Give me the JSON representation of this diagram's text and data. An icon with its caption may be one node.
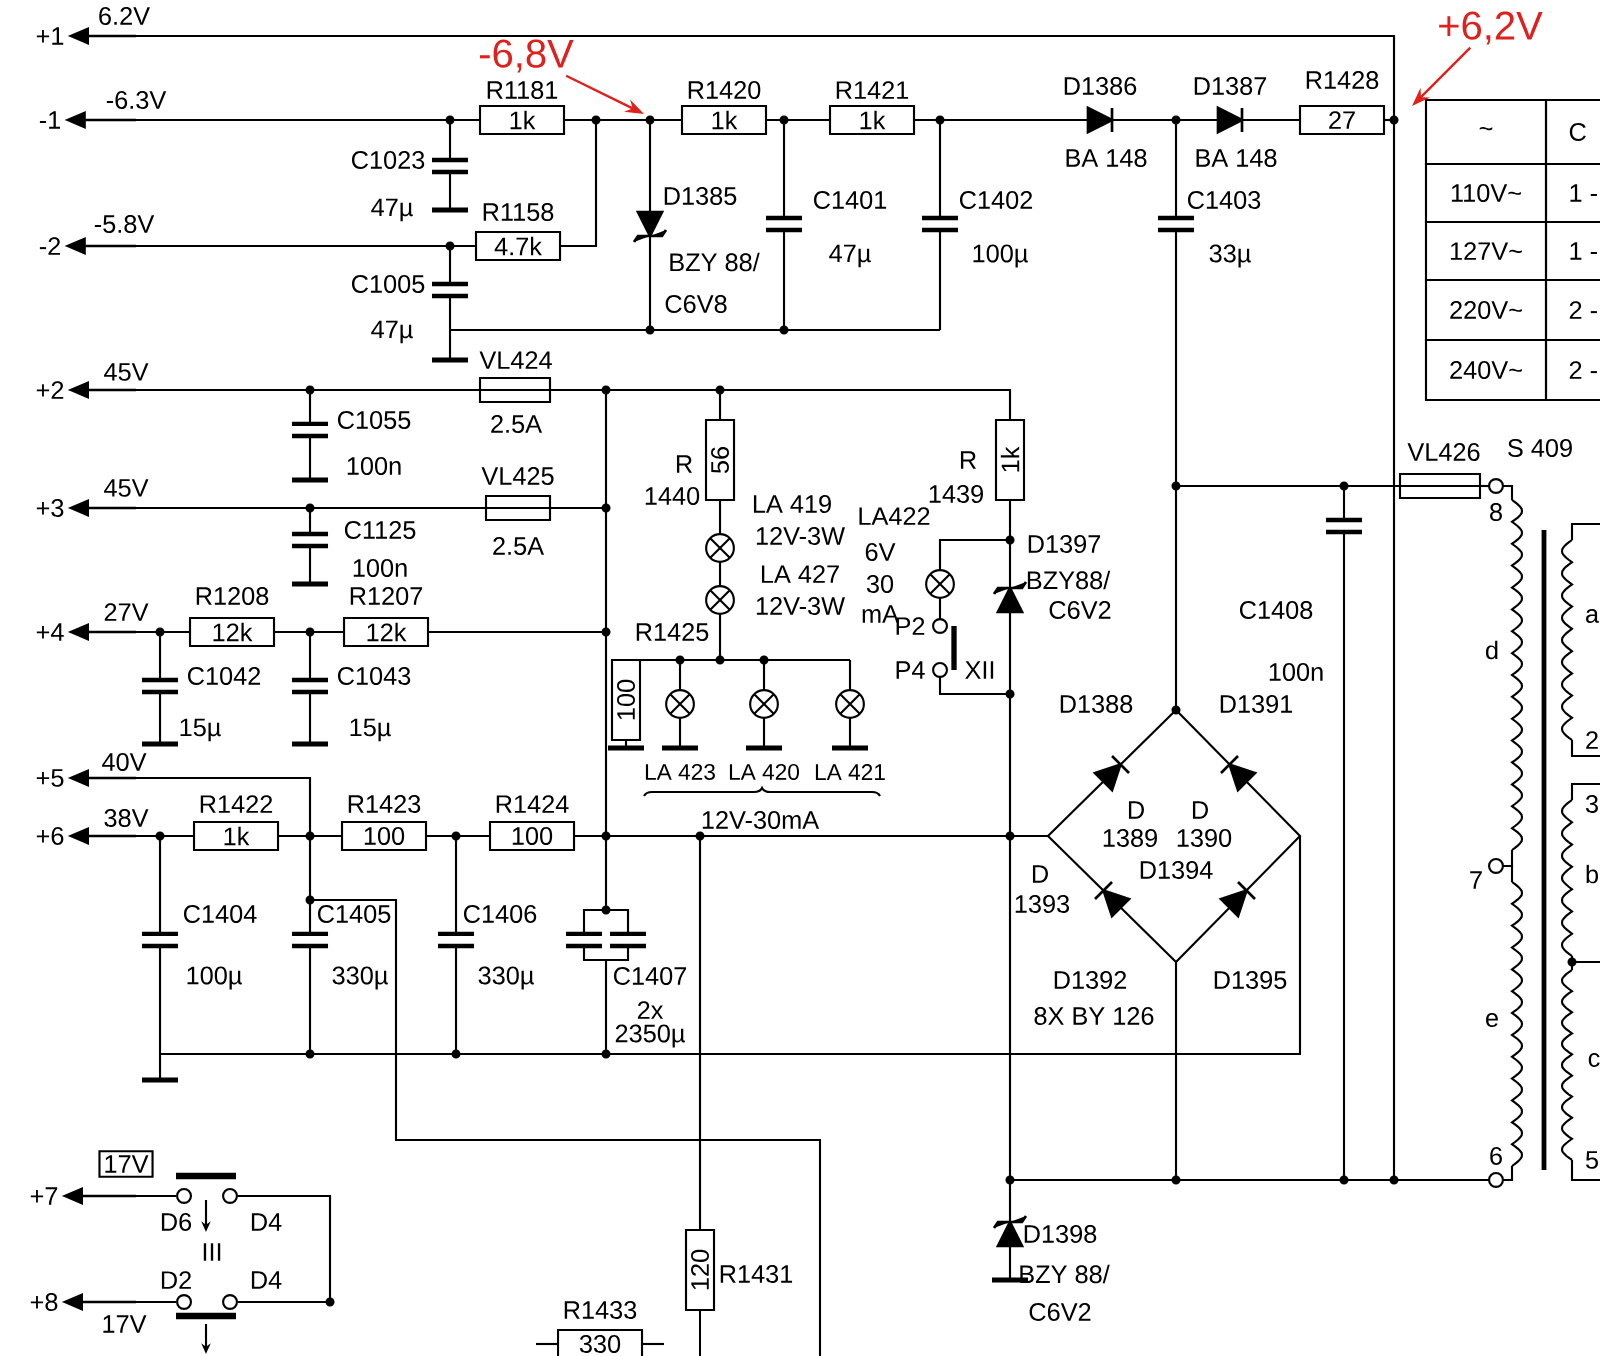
{
  "diagram": {
    "nodes": [
      {
        "text": [
          "+1"
        ]
      },
      {
        "text": [
          "-6,8V"
        ]
      },
      {
        "text": [
          "+6,2V"
        ]
      },
      {
        "text": [
          "-1"
        ]
      },
      {
        "text": [
          "-2"
        ]
      },
      {
        "text": [
          "+2"
        ]
      },
      {
        "text": [
          "+3"
        ]
      },
      {
        "text": [
          "+4"
        ]
      },
      {
        "text": [
          "+5"
        ]
      },
      {
        "text": [
          "+6"
        ]
      },
      {
        "text": [
          "+7"
        ]
      },
      {
        "text": [
          "+8"
        ]
      }
    ],
    "edges": [
      {
        "from": null,
        "to": 0,
        "arrow": "to",
        "label": "6.2V"
      },
      {
        "from": 1,
        "to": null,
        "arrow": "to",
        "color": "#e0201c"
      },
      {
        "from": 2,
        "to": null,
        "arrow": "to",
        "color": "#e0201c"
      },
      {
        "from": null,
        "to": 3,
        "arrow": "to",
        "label": "-6.3V"
      },
      {
        "from": null,
        "to": 4,
        "arrow": "to",
        "label": "-5.8V"
      },
      {
        "from": null,
        "to": 5,
        "arrow": "to",
        "label": "45V"
      },
      {
        "from": null,
        "to": 6,
        "arrow": "to",
        "label": "45V"
      },
      {
        "from": null,
        "to": 7,
        "arrow": "to",
        "label": "27V"
      },
      {
        "from": null,
        "to": 8,
        "arrow": "to",
        "label": "40V"
      },
      {
        "from": null,
        "to": 9,
        "arrow": "to",
        "label": "38V"
      },
      {
        "from": null,
        "to": 10,
        "arrow": "to"
      },
      {
        "from": null,
        "to": 11,
        "arrow": "to",
        "label": "17V"
      }
    ],
    "labels": [
      "R1181",
      "R1420",
      "R1421",
      "D1386",
      "D1387",
      "R1428",
      "1k",
      "1k",
      "1k",
      "27",
      "C1023",
      "BA 148",
      "BA 148",
      "47µ",
      "R1158",
      "D1385",
      "C1401",
      "C1402",
      "C1403",
      "4.7k",
      "BZY 88/",
      "47µ",
      "100µ",
      "33µ",
      "C1005",
      "C6V8",
      "47µ",
      "VL424",
      "C1055",
      "2.5A",
      "100n",
      "VL425",
      "R",
      "56",
      "R",
      "1k",
      "VL426",
      "S 409",
      "1440",
      "LA 419",
      "LA422",
      "1439",
      "8",
      "C1125",
      "2.5A",
      "12V-3W",
      "6V",
      "D1397",
      "R1208",
      "100n",
      "R1207",
      "LA 427",
      "30",
      "BZY88/",
      "12k",
      "12k",
      "R1425",
      "12V-3W",
      "mA",
      "P2",
      "C6V2",
      "C1408",
      "a",
      "d",
      "C1042",
      "C1043",
      "P4",
      "XII",
      "100n",
      "100",
      "D1388",
      "D1391",
      "15µ",
      "15µ",
      "2",
      "LA 423",
      "LA 420",
      "LA 421",
      "R1422",
      "R1423",
      "R1424",
      "12V-30mA",
      "D",
      "D",
      "3",
      "1k",
      "100",
      "100",
      "1389",
      "1390",
      "D",
      "D1394",
      "7",
      "b",
      "C1404",
      "C1405",
      "C1406",
      "1393",
      "100µ",
      "330µ",
      "330µ",
      "C1407",
      "D1392",
      "D1395",
      "2x",
      "8X BY 126",
      "e",
      "2350µ",
      "c",
      "17V",
      "6",
      "5",
      "D6",
      "D4",
      "D1398",
      "III",
      "D2",
      "D4",
      "120",
      "R1431",
      "BZY 88/",
      "R1433",
      "C6V2",
      "330",
      "~",
      "C",
      "110V~",
      "1 -",
      "127V~",
      "1 -",
      "220V~",
      "2 -",
      "240V~",
      "2 -"
    ]
  }
}
